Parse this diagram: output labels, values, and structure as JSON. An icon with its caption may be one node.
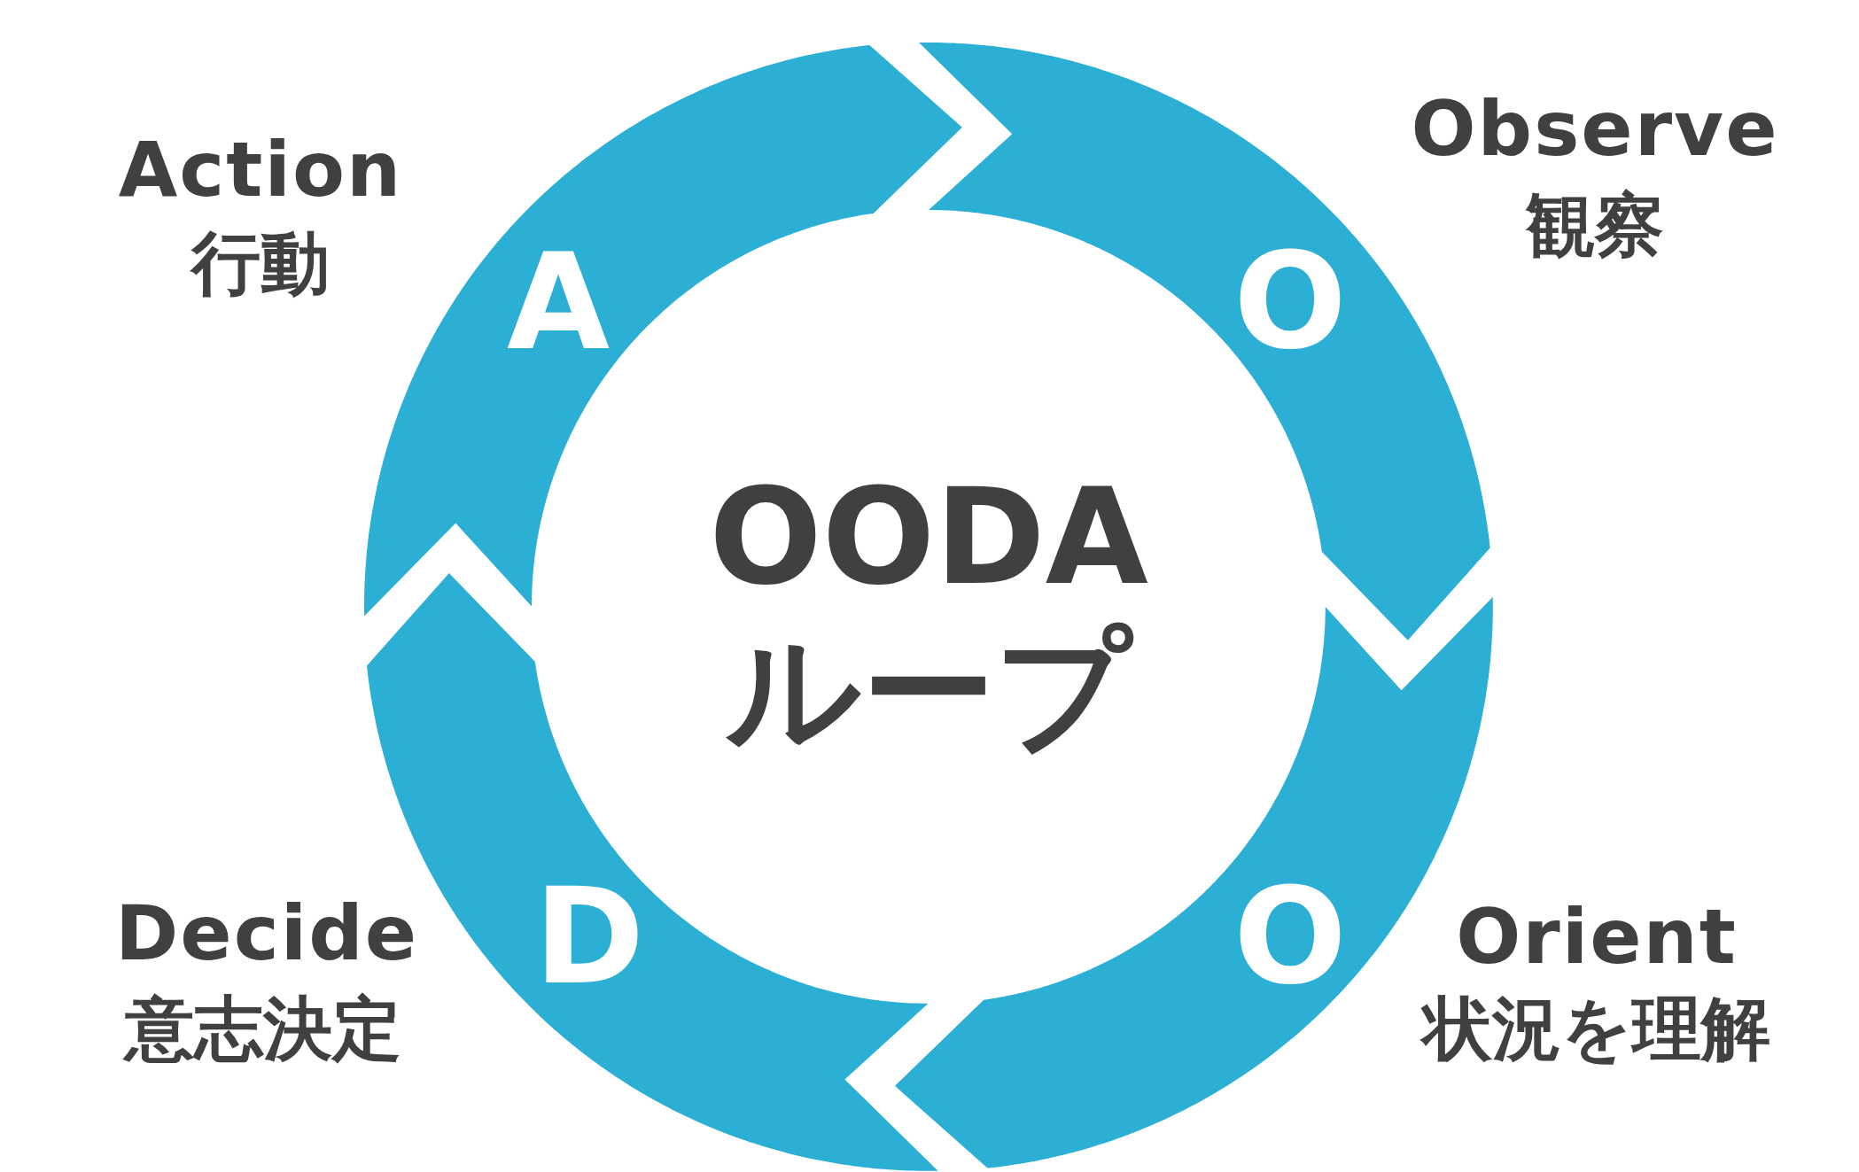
{
  "diagram": {
    "nodes": [
      {
        "text": [
          "O"
        ],
        "beside": [
          "Observe",
          "観察"
        ]
      },
      {
        "text": [
          "O"
        ],
        "beside": [
          "Orient",
          "状況を理解"
        ]
      },
      {
        "text": [
          "D"
        ],
        "beside": [
          "Decide",
          "意志決定"
        ]
      },
      {
        "text": [
          "A"
        ],
        "beside": [
          "Action",
          "行動"
        ]
      }
    ],
    "labels": [
      "OODA ループ"
    ]
  }
}
